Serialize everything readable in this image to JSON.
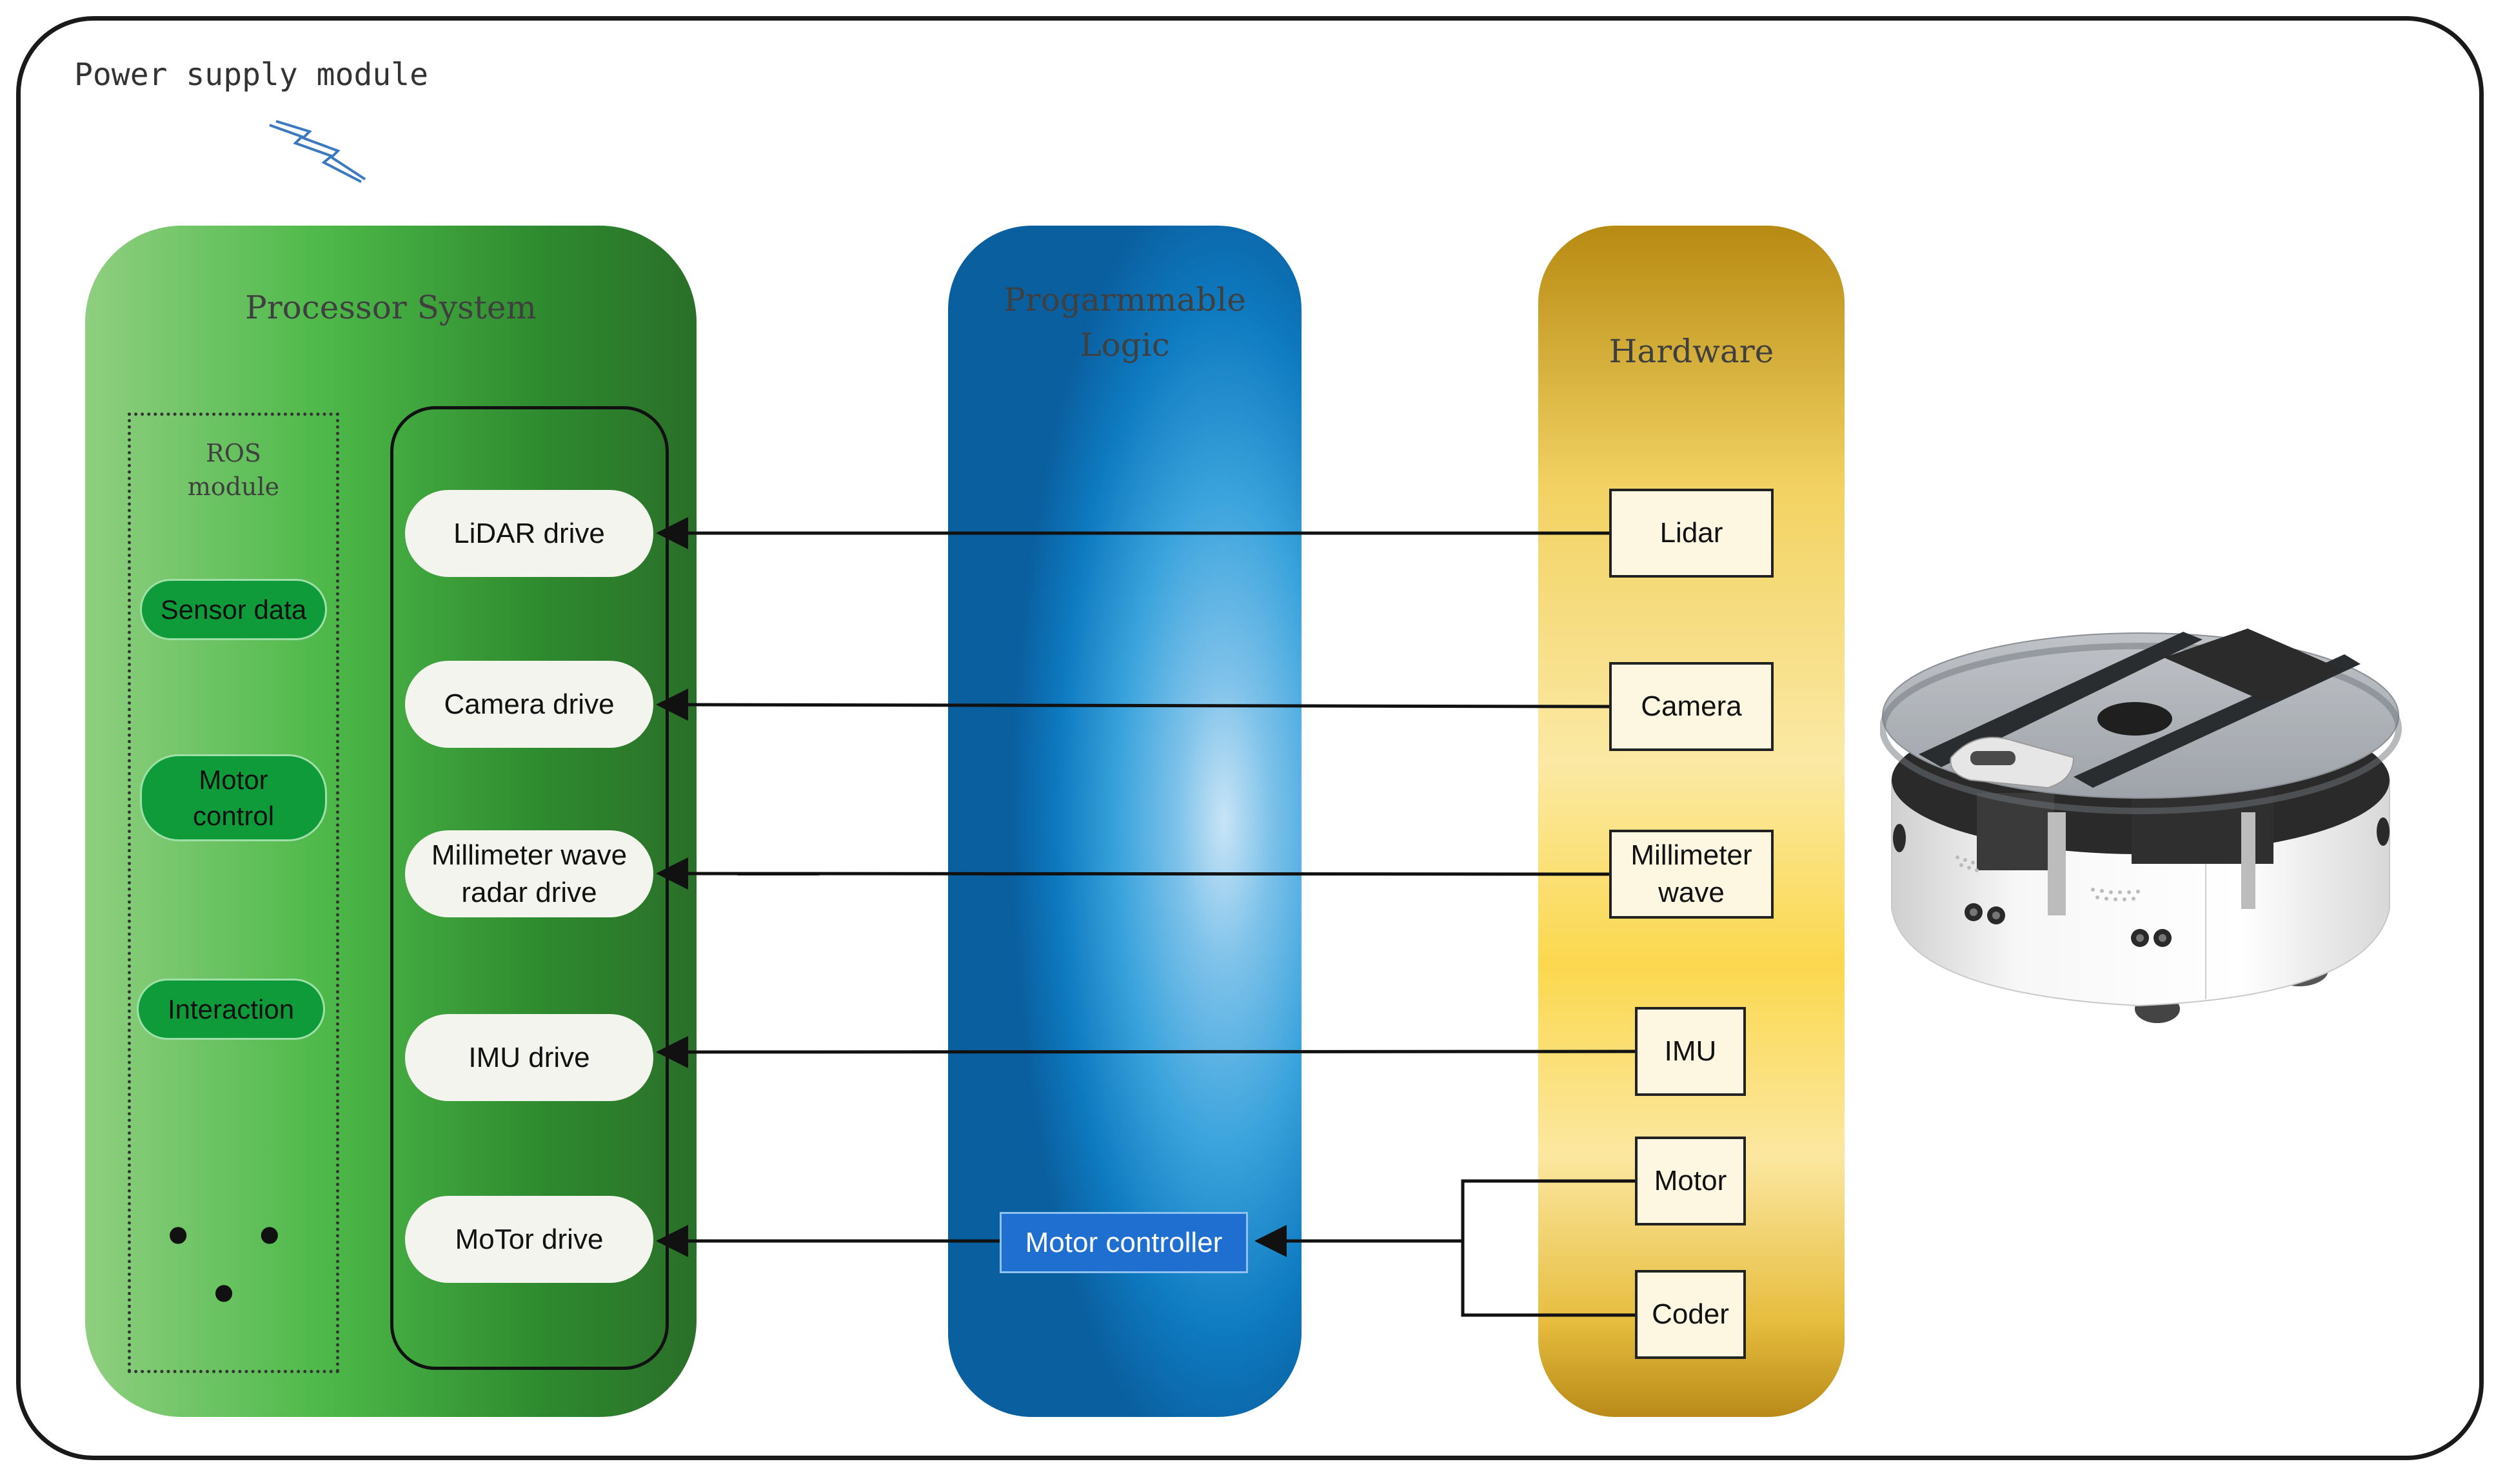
{
  "power_supply": {
    "label": "Power supply module",
    "icon": "lightning-icon"
  },
  "processor_system": {
    "title": "Processor System",
    "ros_module": {
      "title": "ROS\nmodule",
      "items": [
        "Sensor data",
        "Motor\ncontrol",
        "Interaction"
      ],
      "ellipsis": "• • •"
    },
    "drivers": [
      "LiDAR drive",
      "Camera drive",
      "Millimeter wave\nradar drive",
      "IMU drive",
      "MoTor drive"
    ]
  },
  "programmable_logic": {
    "title": "Progarmmable\nLogic",
    "motor_controller": "Motor controller"
  },
  "hardware": {
    "title": "Hardware",
    "items": [
      "Lidar",
      "Camera",
      "Millimeter\nwave",
      "IMU",
      "Motor",
      "Coder"
    ]
  },
  "colors": {
    "processor_green": "#4cb848",
    "logic_blue": "#0e7ac0",
    "hardware_gold": "#e6bd3e",
    "ros_pill_green": "#0f9b3a",
    "motor_controller_blue": "#1f6fd0"
  },
  "robot_image": "robot-chassis-image"
}
